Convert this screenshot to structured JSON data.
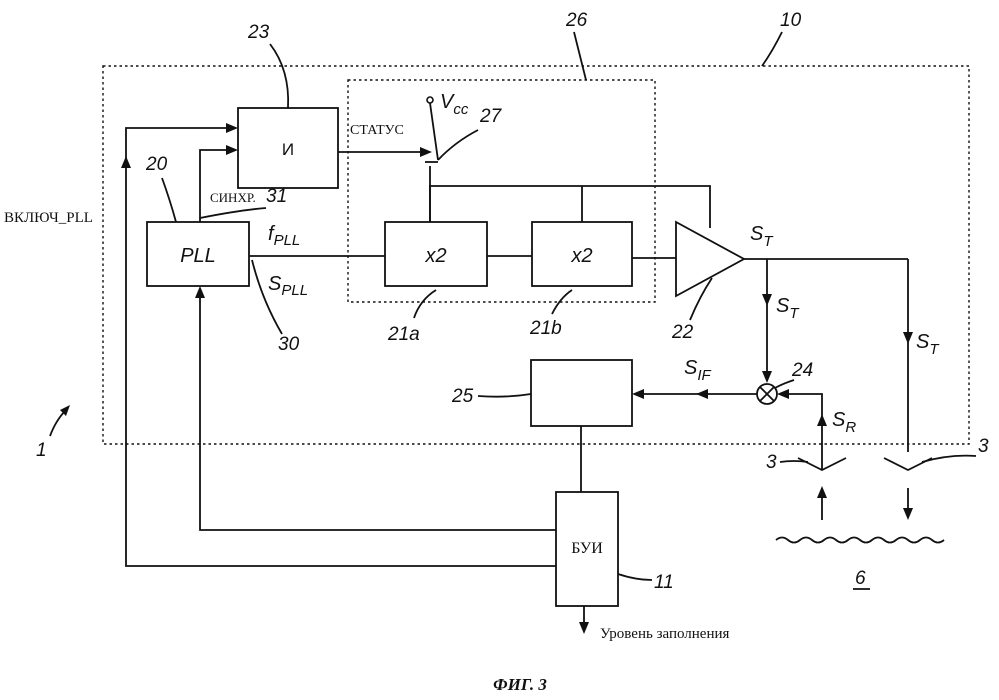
{
  "labels": {
    "ref_10": "10",
    "ref_23": "23",
    "ref_26": "26",
    "vcc_main": "V",
    "vcc_sub": "cc",
    "ref_27": "27",
    "status": "СТАТУС",
    "and_gate": "И",
    "ref_20": "20",
    "sync": "СИНХР.",
    "ref_31": "31",
    "enable_pll": "ВКЛЮЧ_PLL",
    "pll": "PLL",
    "f_main": "f",
    "f_sub": "PLL",
    "s_pll_main": "S",
    "s_pll_sub": "PLL",
    "ref_30": "30",
    "mult_a": "x2",
    "mult_b": "x2",
    "ref_21a": "21a",
    "ref_21b": "21b",
    "ref_22": "22",
    "st_main": "S",
    "st_sub": "T",
    "ref_24": "24",
    "sif_main": "S",
    "sif_sub": "IF",
    "ref_25": "25",
    "sr_main": "S",
    "sr_sub": "R",
    "ref_1": "1",
    "ref_3": "3",
    "control_unit": "БУИ",
    "ref_11": "11",
    "fill_level": "Уровень заполнения",
    "ref_6": "6",
    "figure_caption": "ФИГ. 3"
  }
}
